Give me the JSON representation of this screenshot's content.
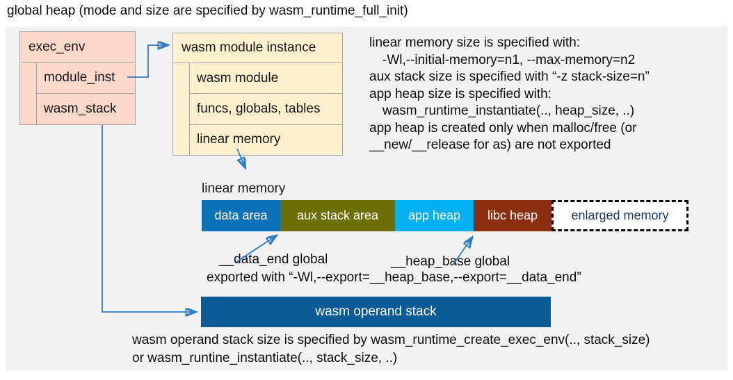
{
  "title": "global heap (mode and size are specified by wasm_runtime_full_init)",
  "boxes": {
    "exec_env": {
      "header": "exec_env",
      "rows": [
        "module_inst",
        "wasm_stack"
      ]
    },
    "module_instance": {
      "header": "wasm module instance",
      "rows": [
        "wasm module",
        "funcs, globals, tables",
        "linear memory"
      ]
    }
  },
  "notes": {
    "lines": [
      "linear memory size is specified with:",
      "-Wl,--initial-memory=n1, --max-memory=n2",
      "aux stack size is specified with “-z stack-size=n”",
      "app heap size is specified with:",
      "wasm_runtime_instantiate(.., heap_size, ..)",
      "app heap is created only when malloc/free (or",
      "__new/__release for as) are not exported"
    ]
  },
  "linear_memory": {
    "label": "linear memory",
    "segments": [
      {
        "label": "data area",
        "color": "#0b72b8"
      },
      {
        "label": "aux stack area",
        "color": "#6d7004"
      },
      {
        "label": "app heap",
        "color": "#00b0f0"
      },
      {
        "label": "libc heap",
        "color": "#8c2e10"
      }
    ],
    "enlarged": {
      "label": "enlarged memory",
      "text_color": "#1f3864"
    }
  },
  "annotations": {
    "data_end": "__data_end global",
    "heap_base": "__heap_base global",
    "exported": "exported with “-Wl,--export=__heap_base,--export=__data_end”"
  },
  "operand_stack": {
    "label": "wasm operand stack",
    "color": "#0a5a96"
  },
  "footer": {
    "lines": [
      "wasm operand stack size is specified by wasm_runtime_create_exec_env(.., stack_size)",
      "or wasm_runtine_instantiate(.., stack_size, ..)"
    ]
  },
  "colors": {
    "panel_bg": "#f2f2f2",
    "box_border": "#a6a6a6",
    "exec_env_fill": "#fbd8c7",
    "module_instance_fill": "#fdf0cd",
    "arrow": "#2e7cc3"
  }
}
